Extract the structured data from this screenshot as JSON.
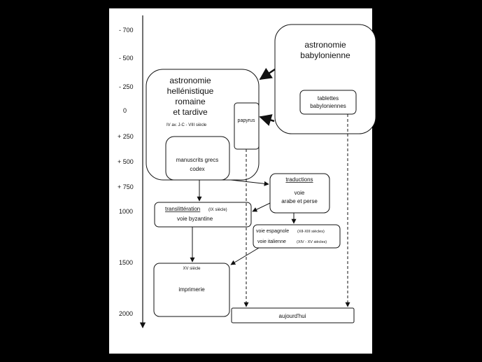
{
  "timeline": {
    "ticks": [
      "- 700",
      "- 500",
      "- 250",
      "0",
      "+ 250",
      "+ 500",
      "+ 750",
      "1000",
      "1500",
      "2000"
    ]
  },
  "boxes": {
    "babylonian": {
      "line1": "astronomie",
      "line2": "babylonienne"
    },
    "tablets": {
      "line1": "tablettes",
      "line2": "babyloniennes"
    },
    "hellenistic": {
      "line1": "astronomie",
      "line2": "hellénistique",
      "line3": "romaine",
      "line4": "et tardive",
      "dates": "IV av. J-C - VIII siècle"
    },
    "papyrus": {
      "label": "papyrus"
    },
    "manuscripts": {
      "line1": "manuscrits grecs",
      "line2": "codex"
    },
    "translations": {
      "title": "traductions",
      "line1": "voie",
      "line2": "arabe et perse"
    },
    "transliteration": {
      "title": "translittération",
      "note": "(IX siècle)",
      "line1": "voie byzantine"
    },
    "spanish_italian": {
      "line1": "voie espagnole",
      "note1": "(XII-XIII siècles)",
      "line2": "voie italienne",
      "note2": "(XIV - XV siècles)"
    },
    "printing": {
      "title": "XV siècle",
      "line1": "imprimerie"
    },
    "today": {
      "label": "aujourd'hui"
    }
  }
}
